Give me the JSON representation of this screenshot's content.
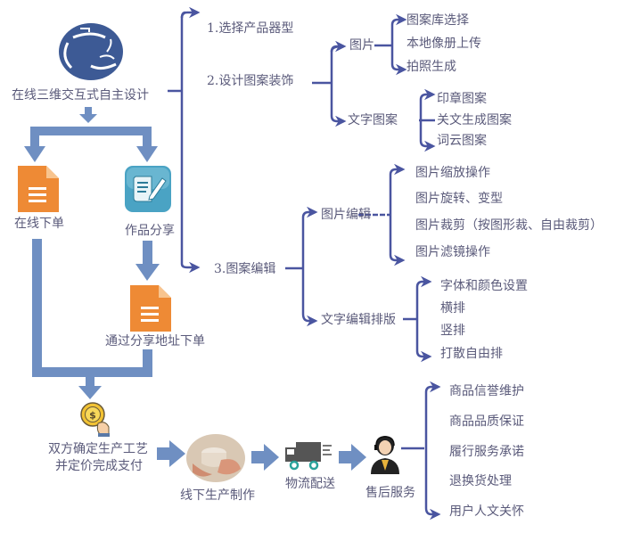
{
  "colors": {
    "bracket": "#4a55a0",
    "flow_arrow": "#6f8fc2",
    "text": "#5a5a7a",
    "doc_orange": "#ee8a35",
    "share_teal": "#4aa3c4",
    "logo_blue": "#3d5a95"
  },
  "left_flow": {
    "logo_icon": "teapot-logo-icon",
    "start": "在线三维交互式自主设计",
    "online_order": "在线下单",
    "work_share": "作品分享",
    "share_order": "通过分享地址下单",
    "confirm_line1": "双方确定生产工艺",
    "confirm_line2": "并定价完成支付",
    "production": "线下生产制作",
    "logistics": "物流配送",
    "after_sales": "售后服务"
  },
  "design_steps": [
    {
      "label": "1.选择产品器型"
    },
    {
      "label": "2.设计图案装饰"
    },
    {
      "label": "3.图案编辑"
    }
  ],
  "pattern_decoration": {
    "image": {
      "label": "图片",
      "children": [
        "图案库选择",
        "本地像册上传",
        "拍照生成"
      ]
    },
    "text_pattern": {
      "label": "文字图案",
      "children": [
        "印章图案",
        "关文生成图案",
        "词云图案"
      ]
    }
  },
  "pattern_edit": {
    "image_edit": {
      "label": "图片编辑",
      "children": [
        "图片缩放操作",
        "图片旋转、变型",
        "图片裁剪（按图形裁、自由裁剪）",
        "图片滤镜操作"
      ]
    },
    "text_edit": {
      "label": "文字编辑排版",
      "children": [
        "字体和颜色设置",
        "横排",
        "竖排",
        "打散自由排"
      ]
    }
  },
  "after_sales_items": [
    "商品信誉维护",
    "商品品质保证",
    "履行服务承诺",
    "退换货处理",
    "用户人文关怀"
  ]
}
